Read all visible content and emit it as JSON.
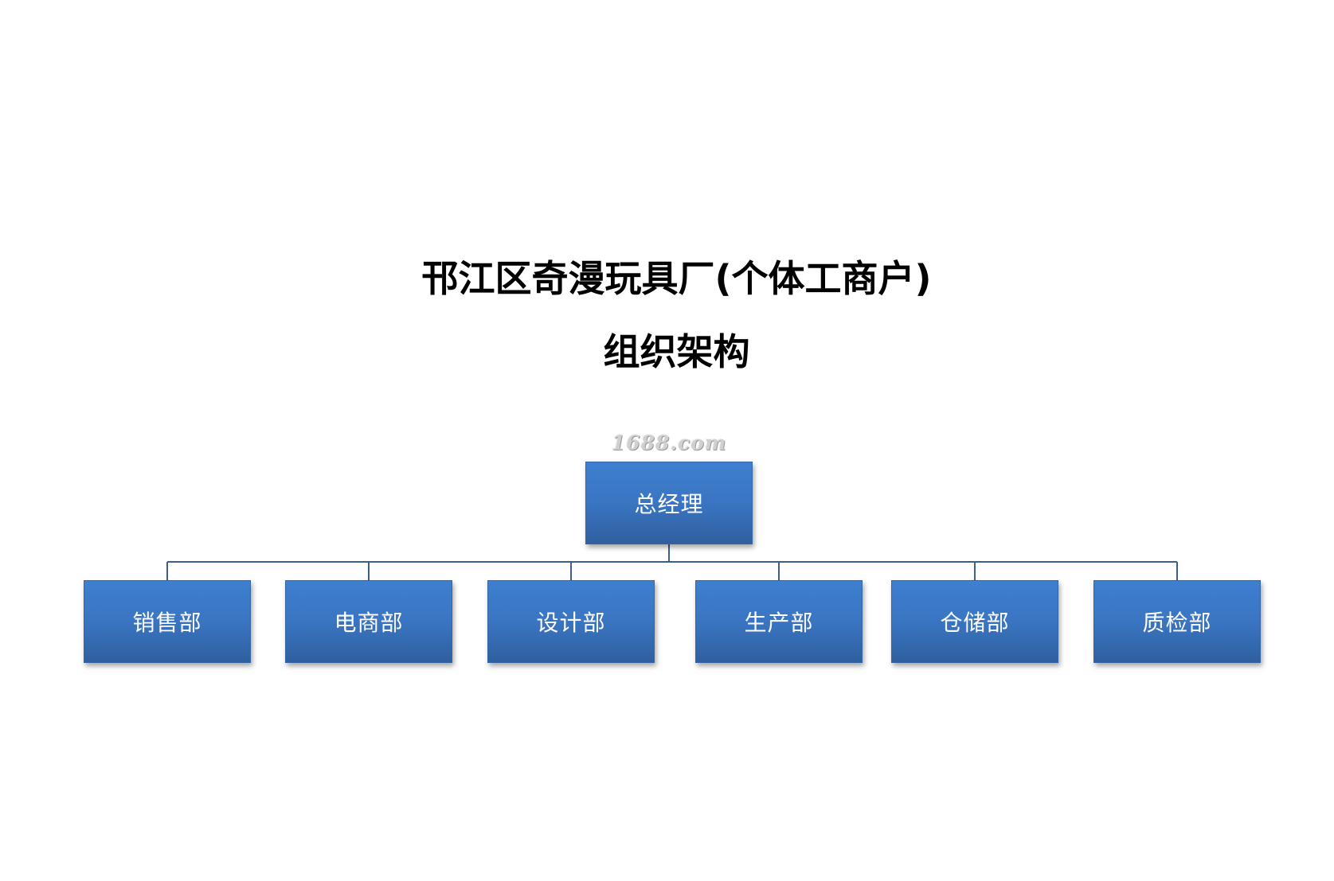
{
  "title": {
    "line1": "邗江区奇漫玩具厂(个体工商户)",
    "line2": "组织架构"
  },
  "watermark": "1688.com",
  "org_chart": {
    "root": "总经理",
    "departments": [
      "销售部",
      "电商部",
      "设计部",
      "生产部",
      "仓储部",
      "质检部"
    ],
    "box_color": "#3a75c2",
    "connector_color": "#3a5f8a"
  }
}
